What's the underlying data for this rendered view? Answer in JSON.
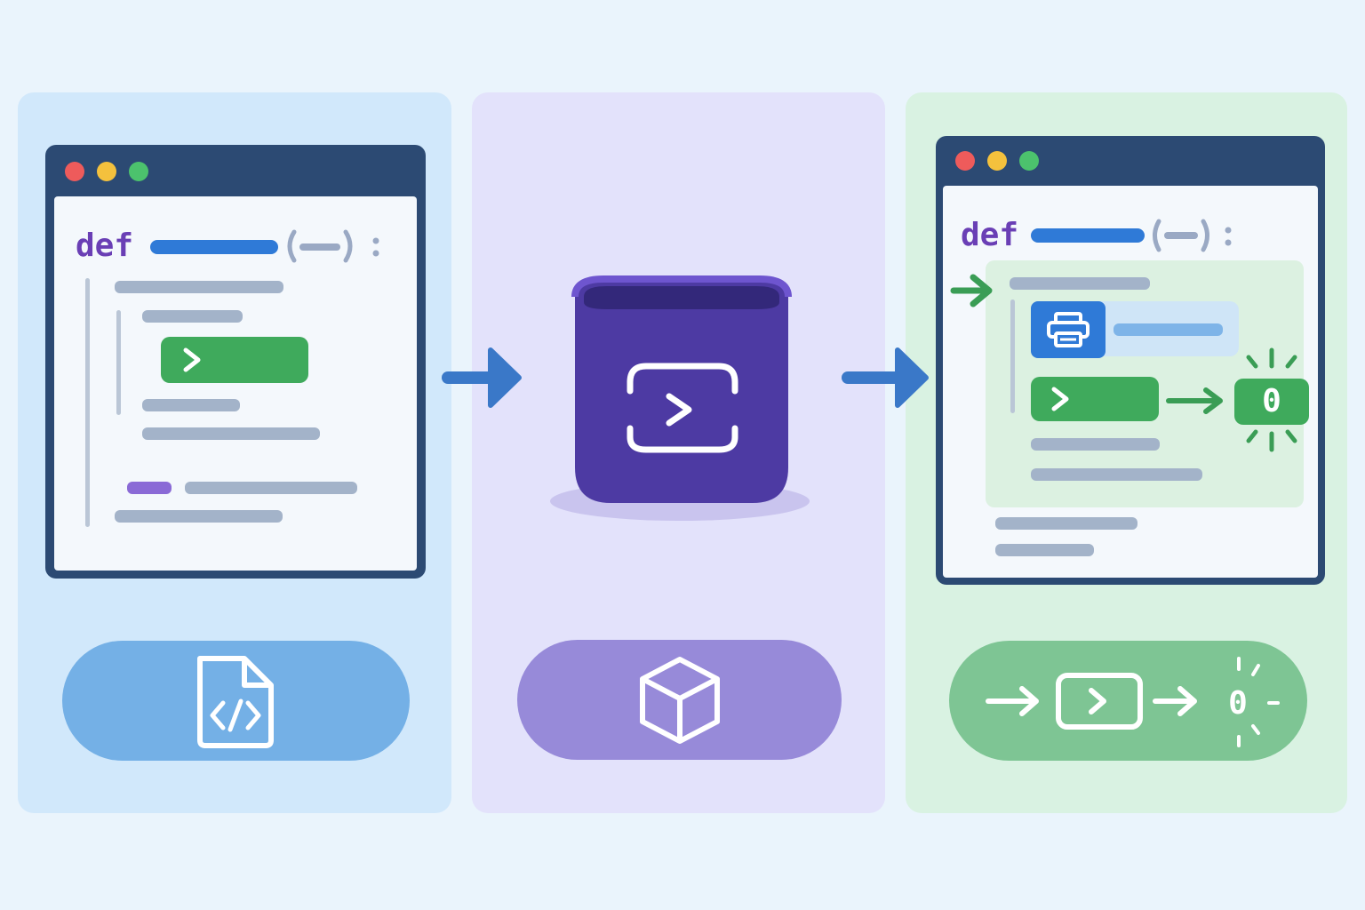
{
  "code_window_left": {
    "keyword": "def"
  },
  "code_window_right": {
    "keyword": "def"
  },
  "exit_code": {
    "box_value": "0",
    "pill_value": "0"
  },
  "icons": {
    "source": "code-file-icon",
    "container": "terminal-container-icon",
    "package": "cube-icon",
    "print": "printer-icon",
    "run": "play-chevron-icon",
    "output": "output-zero-icon"
  },
  "colors": {
    "panel_blue": "#d1e8fb",
    "panel_purple": "#e3e2fb",
    "panel_green": "#d9f2e2",
    "window_frame": "#2c4a73",
    "keyword": "#6a3fb5",
    "function_name": "#2f7ad7",
    "run_green": "#3faa5c",
    "container": "#4d3aa3",
    "arrow": "#3a78c8"
  }
}
